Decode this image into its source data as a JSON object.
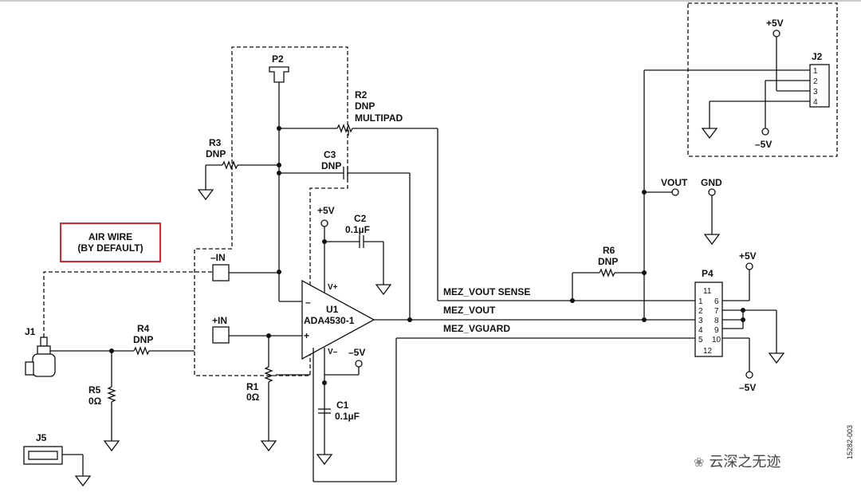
{
  "annotation": {
    "line1": "AIR WIRE",
    "line2": "(BY DEFAULT)"
  },
  "labels": {
    "p2": "P2",
    "r2": "R2",
    "r2_dnp": "DNP",
    "r2_multipad": "MULTIPAD",
    "r3": "R3",
    "r3_dnp": "DNP",
    "c3": "C3",
    "c3_dnp": "DNP",
    "plus5v_u1": "+5V",
    "c2": "C2",
    "c2_val": "0.1µF",
    "minus_in": "–IN",
    "plus_in": "+IN",
    "u1": "U1",
    "u1_part": "ADA4530-1",
    "u1_vplus": "V+",
    "u1_vminus": "V–",
    "u1_inv": "–",
    "u1_noninv": "+",
    "minus5v_u1": "–5V",
    "c1": "C1",
    "c1_val": "0.1µF",
    "r1": "R1",
    "r1_val": "0Ω",
    "j1": "J1",
    "r4": "R4",
    "r4_dnp": "DNP",
    "r5": "R5",
    "r5_val": "0Ω",
    "j5": "J5",
    "mez_vout_sense": "MEZ_VOUT SENSE",
    "mez_vout": "MEZ_VOUT",
    "mez_vguard": "MEZ_VGUARD",
    "r6": "R6",
    "r6_dnp": "DNP",
    "vout": "VOUT",
    "gnd": "GND",
    "p4": "P4",
    "p4_pins_left": [
      "11",
      "1",
      "2",
      "3",
      "4",
      "5",
      "12"
    ],
    "p4_pins_right": [
      "6",
      "7",
      "8",
      "9",
      "10"
    ],
    "plus5v_p4": "+5V",
    "minus5v_p4": "–5V",
    "j2": "J2",
    "j2_pins": [
      "1",
      "2",
      "3",
      "4"
    ],
    "plus5v_j2": "+5V",
    "minus5v_j2": "–5V"
  },
  "watermark": {
    "text": "云深之无迹"
  },
  "doc_id": "15282-003",
  "colors": {
    "annotation_border": "#e0262c",
    "ink": "#111111"
  }
}
